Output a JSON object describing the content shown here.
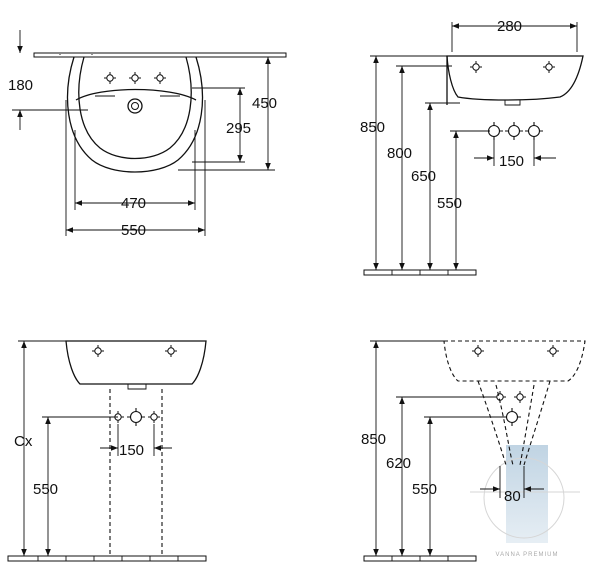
{
  "views": {
    "top_view": {
      "dim_depth_offset": "180",
      "dim_height_total": "450",
      "dim_height_inner": "295",
      "dim_width_inner": "470",
      "dim_width_total": "550"
    },
    "side_view_wall": {
      "dim_top_depth": "280",
      "dim_rim_height": "850",
      "dim_800": "800",
      "dim_650": "650",
      "dim_550": "550",
      "dim_tap_spacing": "150"
    },
    "front_view_pedestal": {
      "dim_cx": "Cx",
      "dim_550": "550",
      "dim_tap_spacing": "150"
    },
    "side_view_pedestal": {
      "dim_850": "850",
      "dim_620": "620",
      "dim_550": "550",
      "dim_80": "80"
    }
  },
  "watermark": {
    "text": "VANNA PREMIUM",
    "accent": "#b9cfe0"
  }
}
